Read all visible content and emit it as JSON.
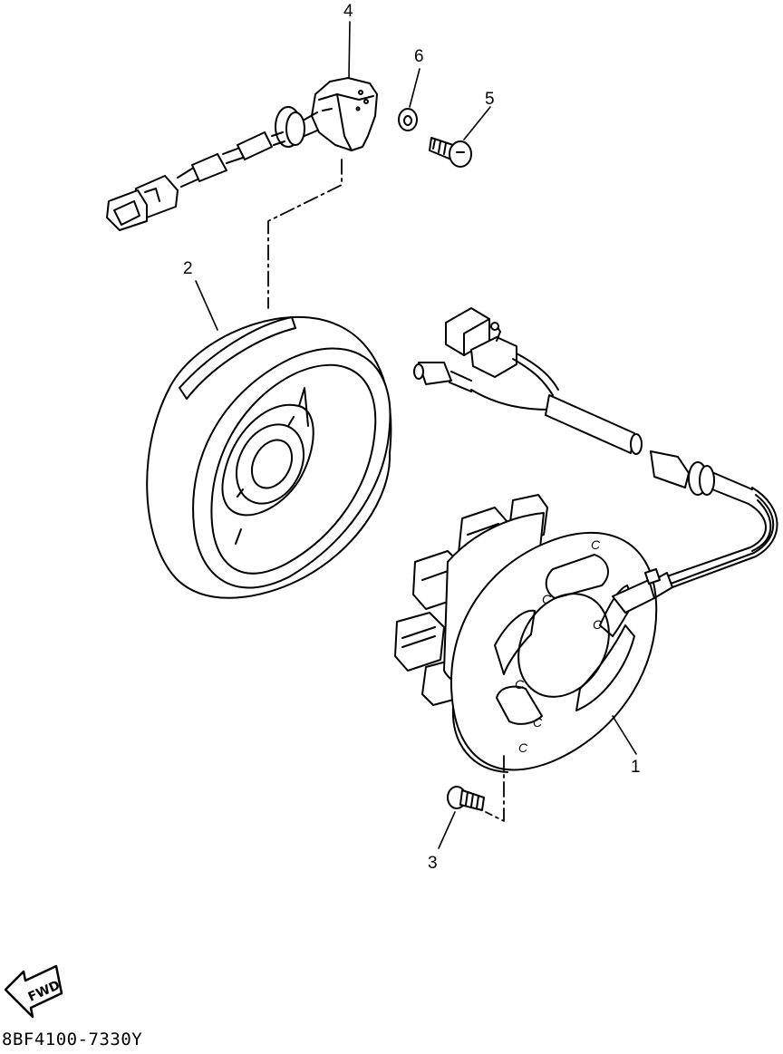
{
  "diagram": {
    "part_code": "8BF4100-7330Y",
    "direction_label": "FWD",
    "callouts": [
      {
        "id": "1",
        "label": "1"
      },
      {
        "id": "2",
        "label": "2"
      },
      {
        "id": "3",
        "label": "3"
      },
      {
        "id": "4",
        "label": "4"
      },
      {
        "id": "5",
        "label": "5"
      },
      {
        "id": "6",
        "label": "6"
      }
    ],
    "stator_marks": [
      "C",
      "C",
      "C",
      "C",
      "C",
      "C"
    ],
    "icons": {
      "direction": "fwd-arrow-icon"
    },
    "colors": {
      "line": "#000000",
      "background": "#ffffff"
    }
  }
}
